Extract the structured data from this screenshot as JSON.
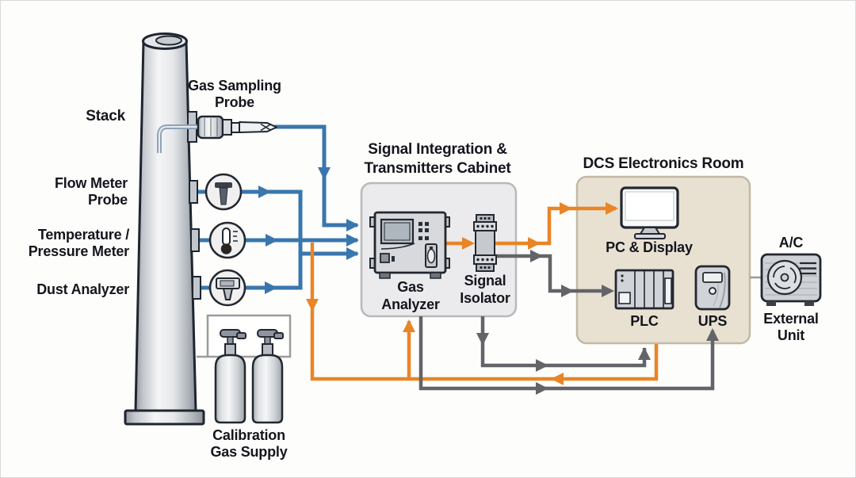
{
  "stack": {
    "label": "Stack"
  },
  "probes": {
    "gas_sampling": "Gas Sampling\nProbe",
    "flow_meter": "Flow Meter\nProbe",
    "temperature_pressure": "Temperature /\nPressure Meter",
    "dust_analyzer": "Dust Analyzer"
  },
  "calibration": {
    "label": "Calibration\nGas Supply"
  },
  "cabinet": {
    "title": "Signal Integration &\nTransmitters Cabinet",
    "gas_analyzer": "Gas\nAnalyzer",
    "signal_isolator": "Signal\nIsolator"
  },
  "dcs_room": {
    "title": "DCS Electronics Room",
    "pc_display": "PC & Display",
    "plc": "PLC",
    "ups": "UPS"
  },
  "ac": {
    "label": "A/C",
    "external_unit": "External\nUnit"
  },
  "colors": {
    "signal_blue": "#3A76AE",
    "signal_orange": "#E98526",
    "signal_gray": "#636468",
    "cabinet_fill": "#EBEBED",
    "room_fill": "#E8E1D2",
    "outline_dark": "#1F2530"
  }
}
